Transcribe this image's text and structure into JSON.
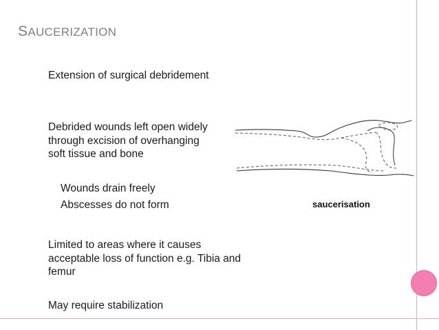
{
  "slide": {
    "title_first": "S",
    "title_rest": "AUCERIZATION",
    "bullet_glyph": "",
    "sub_bullet_glyph": "",
    "bullets": [
      {
        "text": "Extension of surgical debridement"
      },
      {
        "text": "Debrided wounds left open widely through excision of overhanging soft tissue and bone"
      },
      {
        "text": "Limited to areas where it causes acceptable loss of function e.g. Tibia and femur"
      },
      {
        "text": "May require stabilization"
      }
    ],
    "sub_bullets": [
      {
        "text": "Wounds drain freely"
      },
      {
        "text": "Abscesses do not form"
      }
    ],
    "figure_caption": "saucerisation"
  },
  "colors": {
    "accent": "#e0509a",
    "title": "#7f7f7f",
    "circle": "#f27fb0",
    "border": "#e3a8c6"
  }
}
